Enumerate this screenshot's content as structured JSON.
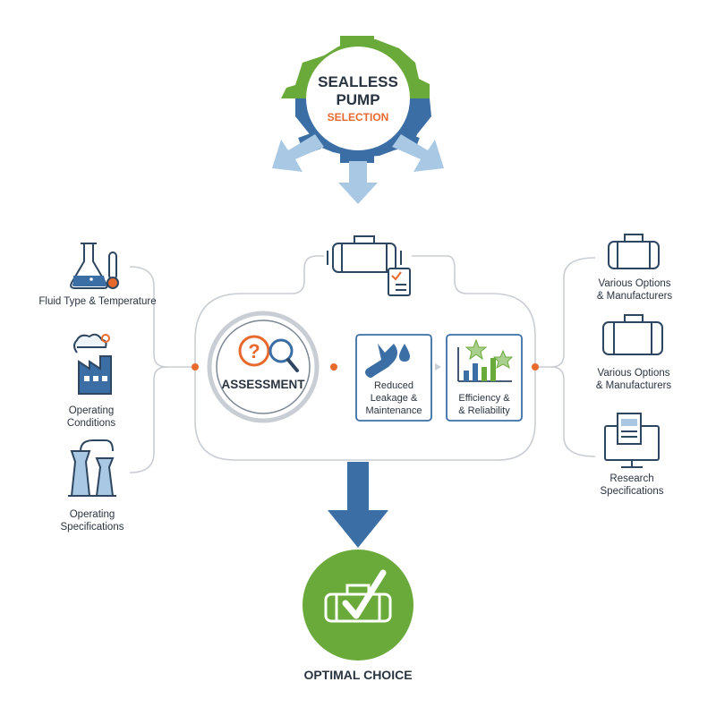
{
  "header": {
    "line1": "SEALLESS",
    "line2": "PUMP",
    "line3": "SELECTION"
  },
  "inputs": [
    {
      "label": "Fluid Type & Temperature",
      "icon": "flask-thermometer-icon"
    },
    {
      "label_lines": [
        "Operating",
        "Conditions"
      ],
      "icon": "factory-weather-icon"
    },
    {
      "label_lines": [
        "Operating",
        "Specifications"
      ],
      "icon": "cooling-towers-icon"
    }
  ],
  "center": {
    "assessment_label": "ASSESSMENT",
    "box1_lines": [
      "Reduced",
      "Leakage &",
      "Maintenance"
    ],
    "box2_lines": [
      "Efficiency &",
      "& Reliability"
    ]
  },
  "outputs": [
    {
      "label_lines": [
        "Various Options",
        "& Manufacturers"
      ],
      "icon": "pump-icon"
    },
    {
      "label_lines": [
        "Various Options",
        "& Manufacturers"
      ],
      "icon": "pump-icon"
    },
    {
      "label_lines": [
        "Research",
        "Specifications"
      ],
      "icon": "monitor-document-icon"
    }
  ],
  "result": {
    "label": "OPTIMAL CHOICE",
    "icon": "pump-check-icon"
  },
  "colors": {
    "green": "#6aaa3a",
    "blue": "#3a6ea5",
    "orange": "#e8692c",
    "light_blue": "#a8c8e4",
    "line_gray": "#c9ced4",
    "icon_navy": "#2f4660"
  }
}
